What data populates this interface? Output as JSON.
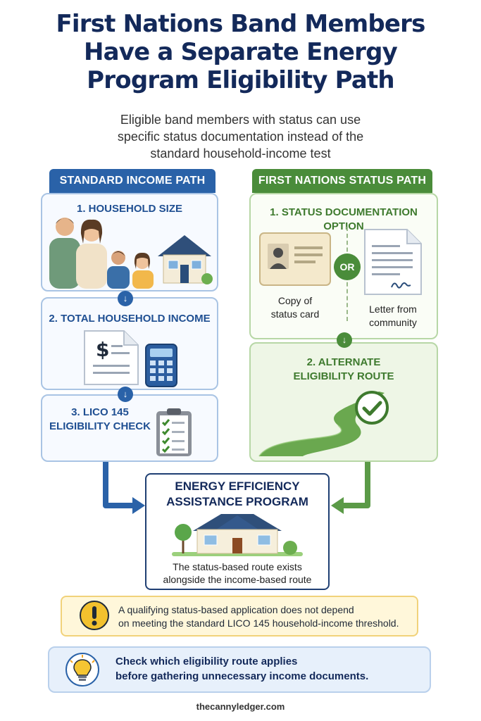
{
  "header": {
    "title_lines": [
      "First Nations Band Members",
      "Have a Separate Energy",
      "Program Eligibility Path"
    ],
    "subtitle_lines": [
      "Eligible band members with status can use",
      "specific status documentation instead of the",
      "standard household-income test"
    ]
  },
  "standard_path": {
    "tab": "STANDARD INCOME PATH",
    "steps": [
      {
        "lines": [
          "1. HOUSEHOLD SIZE"
        ]
      },
      {
        "lines": [
          "2. TOTAL HOUSEHOLD INCOME"
        ]
      },
      {
        "lines": [
          "3. LICO 145",
          "ELIGIBILITY CHECK"
        ]
      }
    ],
    "icons": [
      "family-icon",
      "house-icon",
      "dollar-document-icon",
      "calculator-icon",
      "checklist-clipboard-icon"
    ],
    "color": "#2a62a8"
  },
  "status_path": {
    "tab": "FIRST NATIONS STATUS PATH",
    "steps": [
      {
        "lines": [
          "1. STATUS DOCUMENTATION OPTION"
        ]
      },
      {
        "lines": [
          "2. ALTERNATE",
          "ELIGIBILITY ROUTE"
        ]
      }
    ],
    "options": [
      {
        "lines": [
          "Copy of",
          "status card"
        ],
        "icon": "id-card-icon"
      },
      {
        "lines": [
          "Letter from",
          "community"
        ],
        "icon": "signed-letter-icon"
      }
    ],
    "or_label": "OR",
    "icons": [
      "winding-road-icon",
      "check-circle-icon"
    ],
    "color": "#4a8c3a"
  },
  "program": {
    "title_lines": [
      "ENERGY EFFICIENCY",
      "ASSISTANCE PROGRAM"
    ],
    "caption_lines": [
      "The status-based route exists",
      "alongside the income-based route"
    ],
    "icon": "house-with-trees-icon"
  },
  "warning": {
    "icon": "exclamation-icon",
    "lines": [
      "A qualifying status-based application does not depend",
      "on meeting the standard LICO 145 household-income threshold."
    ]
  },
  "tip": {
    "icon": "lightbulb-icon",
    "lines": [
      "Check which eligibility route applies",
      "before gathering unnecessary income documents."
    ]
  },
  "footer": {
    "text": "thecannyledger.com"
  }
}
